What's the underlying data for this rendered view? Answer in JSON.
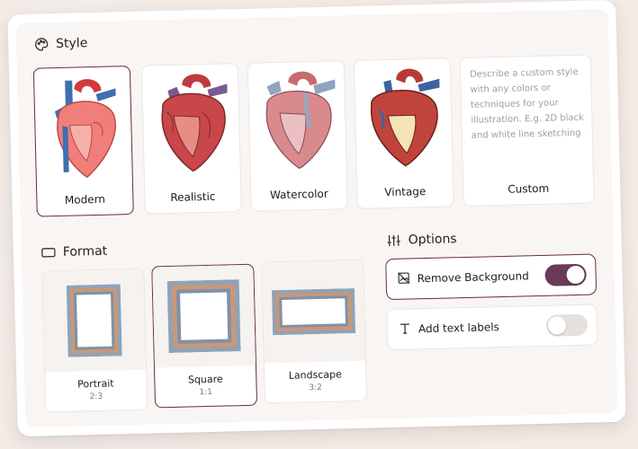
{
  "style_section": {
    "title": "Style",
    "icon": "palette-icon",
    "cards": [
      {
        "label": "Modern",
        "selected": true
      },
      {
        "label": "Realistic",
        "selected": false
      },
      {
        "label": "Watercolor",
        "selected": false
      },
      {
        "label": "Vintage",
        "selected": false
      }
    ],
    "custom": {
      "label": "Custom",
      "placeholder": "Describe a custom style with any colors or techniques for your illustration. E.g. 2D black and white line sketching"
    }
  },
  "format_section": {
    "title": "Format",
    "icon": "rectangle-icon",
    "cards": [
      {
        "name": "Portrait",
        "ratio": "2:3",
        "selected": false
      },
      {
        "name": "Square",
        "ratio": "1:1",
        "selected": true
      },
      {
        "name": "Landscape",
        "ratio": "3:2",
        "selected": false
      }
    ]
  },
  "options_section": {
    "title": "Options",
    "icon": "sliders-icon",
    "items": [
      {
        "label": "Remove Background",
        "icon": "remove-background-icon",
        "on": true
      },
      {
        "label": "Add text labels",
        "icon": "text-icon",
        "on": false
      }
    ]
  },
  "colors": {
    "accent": "#6a2a44",
    "toggle_on": "#6b3a56"
  }
}
